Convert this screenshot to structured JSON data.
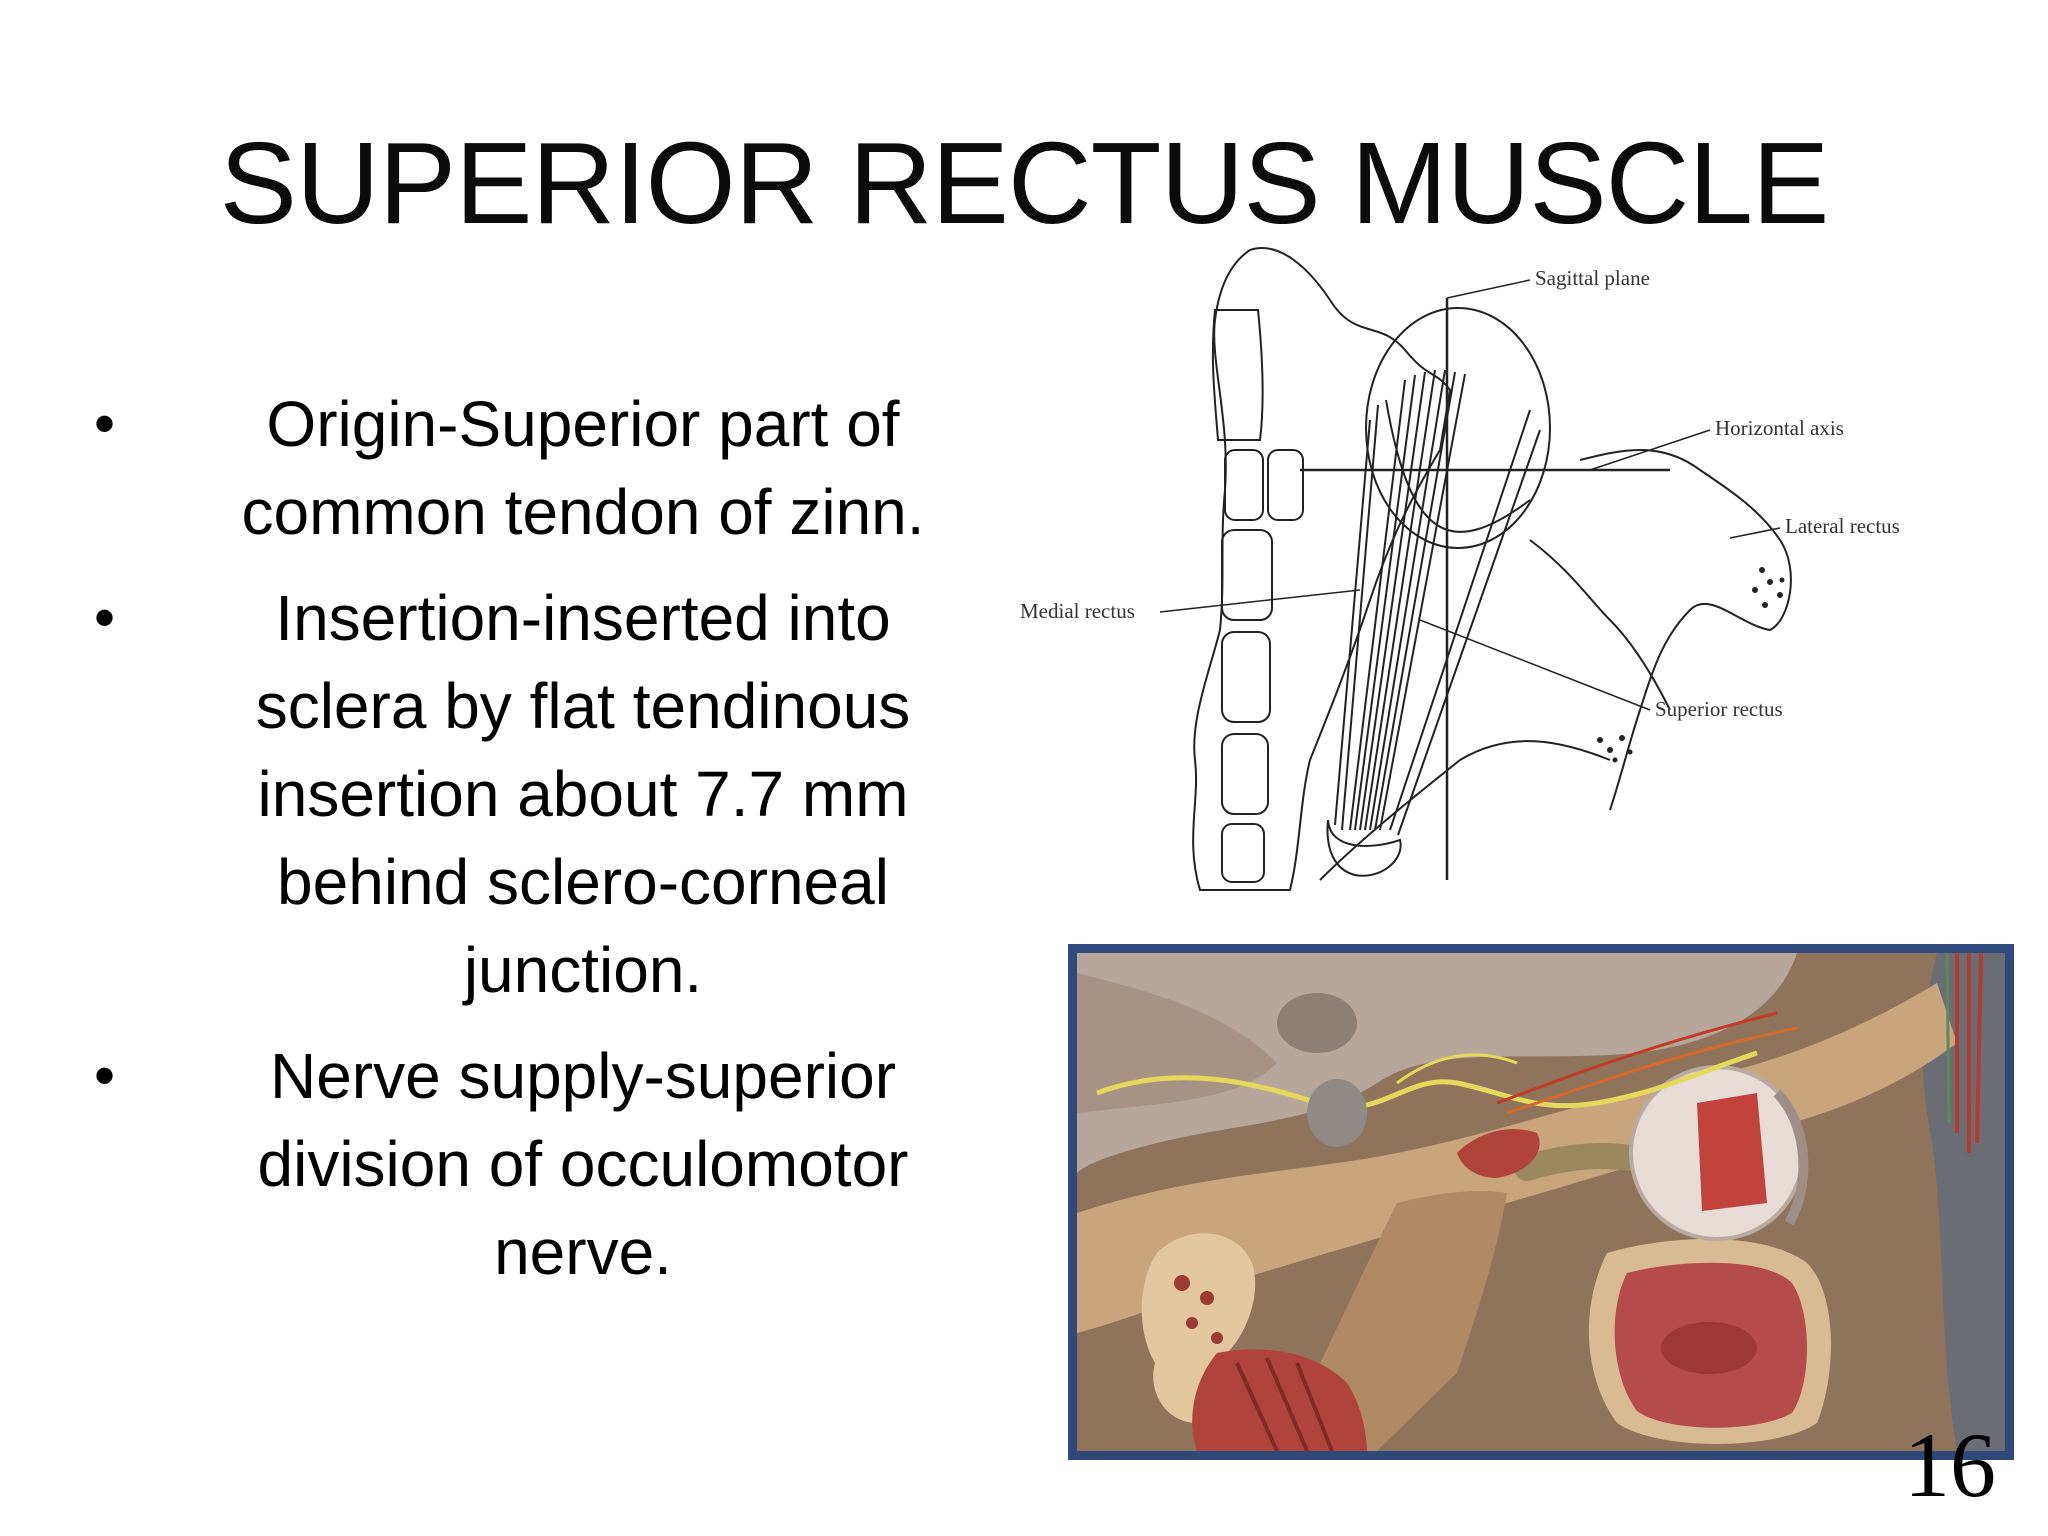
{
  "slide": {
    "title": "SUPERIOR RECTUS MUSCLE",
    "page_number": "16",
    "bullets": [
      {
        "symbol": "•",
        "text": "Origin-Superior part of common tendon of zinn."
      },
      {
        "symbol": "•",
        "text": "Insertion-inserted into sclera by flat tendinous insertion about 7.7 mm behind sclero-corneal junction."
      },
      {
        "symbol": "•",
        "text": "Nerve supply-superior division of occulomotor nerve."
      }
    ]
  },
  "diagram": {
    "labels": {
      "sagittal_plane": "Sagittal plane",
      "horizontal_axis": "Horizontal axis",
      "lateral_rectus": "Lateral rectus",
      "medial_rectus": "Medial rectus",
      "superior_rectus": "Superior rectus"
    }
  },
  "colors": {
    "title_text": "#0b0b0b",
    "body_text": "#000000",
    "frame_border": "#2f4a7a",
    "bone": "#c9a57e",
    "muscle": "#b0443d",
    "nerve": "#e6d85c"
  }
}
